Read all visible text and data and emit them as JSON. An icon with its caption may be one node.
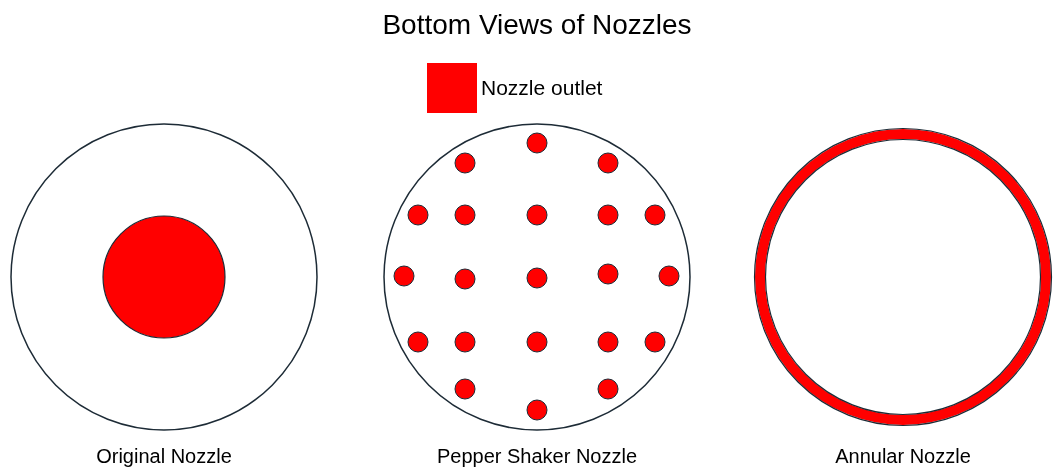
{
  "diagram": {
    "title": "Bottom Views of Nozzles",
    "nodes": [
      {
        "text": [
          "Original Nozzle"
        ]
      },
      {
        "text": [
          "Pepper Shaker Nozzle"
        ]
      },
      {
        "text": [
          "Annular Nozzle"
        ]
      }
    ],
    "legend": [
      {
        "text": "Nozzle outlet",
        "color": "#ff0000"
      }
    ]
  }
}
